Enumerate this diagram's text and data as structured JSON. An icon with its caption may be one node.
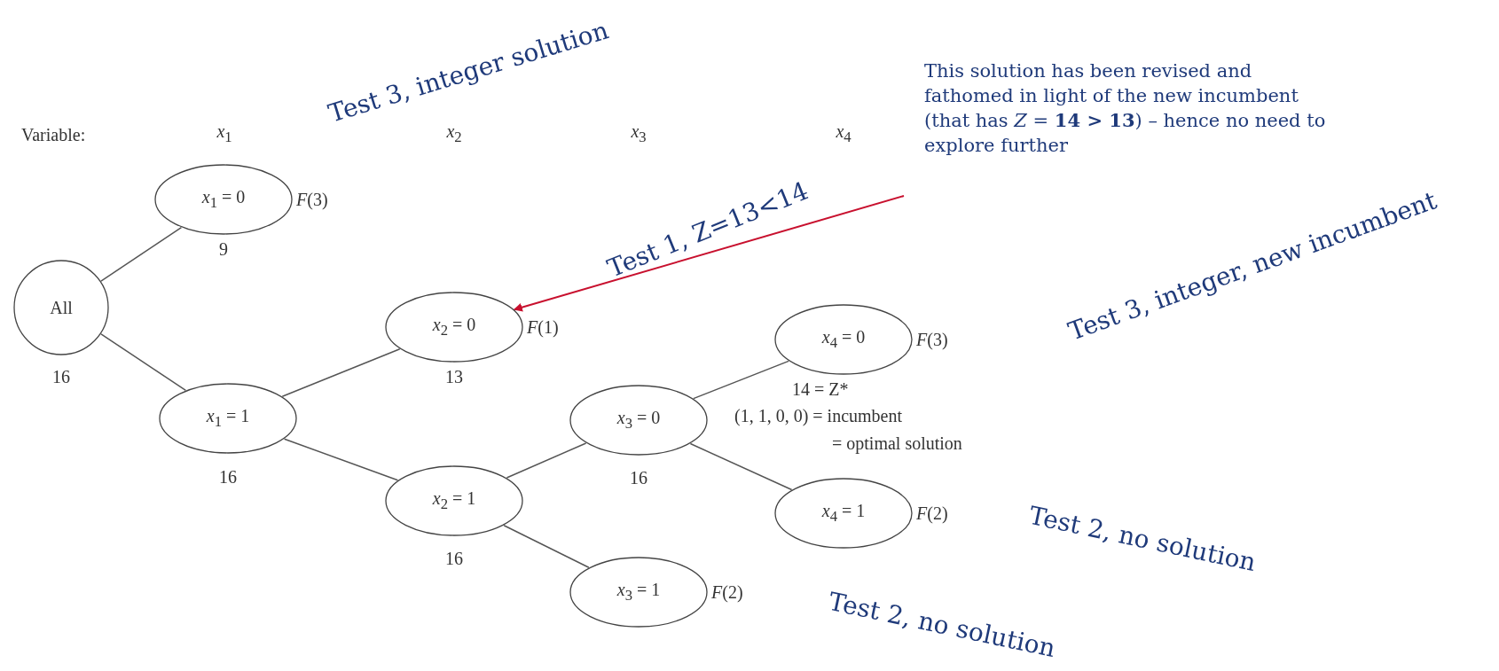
{
  "diagram": {
    "nodes": [
      {
        "text": [
          "All"
        ],
        "beside": [
          "16"
        ]
      },
      {
        "text": [
          "*x*$_{1}$ = 0"
        ],
        "beside": [
          "*F*(3)",
          "9"
        ]
      },
      {
        "text": [
          "*x*$_{1}$ = 1"
        ],
        "beside": [
          "16"
        ]
      },
      {
        "text": [
          "*x*$_{2}$ = 0"
        ],
        "beside": [
          "*F*(1)",
          "13"
        ]
      },
      {
        "text": [
          "*x*$_{2}$ = 1"
        ],
        "beside": [
          "16"
        ]
      },
      {
        "text": [
          "*x*$_{3}$ = 0"
        ],
        "beside": [
          "16"
        ]
      },
      {
        "text": [
          "*x*$_{3}$ = 1"
        ],
        "beside": [
          "*F*(2)"
        ]
      },
      {
        "text": [
          "*x*$_{4}$ = 0"
        ],
        "beside": [
          "*F*(3)",
          "14 = Z*",
          "(1, 1, 0, 0) = incumbent",
          "= optimal solution"
        ]
      },
      {
        "text": [
          "*x*$_{4}$ = 1"
        ],
        "beside": [
          "*F*(2)"
        ]
      },
      {
        "text": [
          "This solution has been revised and fathomed in light of the new incumbent (that has *Z* = **14 > 13**) – hence no need to explore further"
        ]
      }
    ],
    "edges": [
      {
        "from": 0,
        "to": 1,
        "arrow": "none"
      },
      {
        "from": 0,
        "to": 2,
        "arrow": "none"
      },
      {
        "from": 2,
        "to": 3,
        "arrow": "none"
      },
      {
        "from": 2,
        "to": 4,
        "arrow": "none"
      },
      {
        "from": 4,
        "to": 5,
        "arrow": "none"
      },
      {
        "from": 4,
        "to": 6,
        "arrow": "none"
      },
      {
        "from": 5,
        "to": 7,
        "arrow": "none"
      },
      {
        "from": 5,
        "to": 8,
        "arrow": "none"
      },
      {
        "from": 9,
        "to": 3,
        "arrow": "to",
        "color": "#c8102e"
      }
    ],
    "labels": [
      "Test 3, integer solution",
      "Variable:",
      "*x*$_{1}$",
      "*x*$_{2}$",
      "*x*$_{3}$",
      "*x*$_{4}$",
      "Test 1, Z=13<14",
      "Test 3, integer, new incumbent",
      "Test 2, no solution",
      "Test 2, no solution"
    ]
  }
}
